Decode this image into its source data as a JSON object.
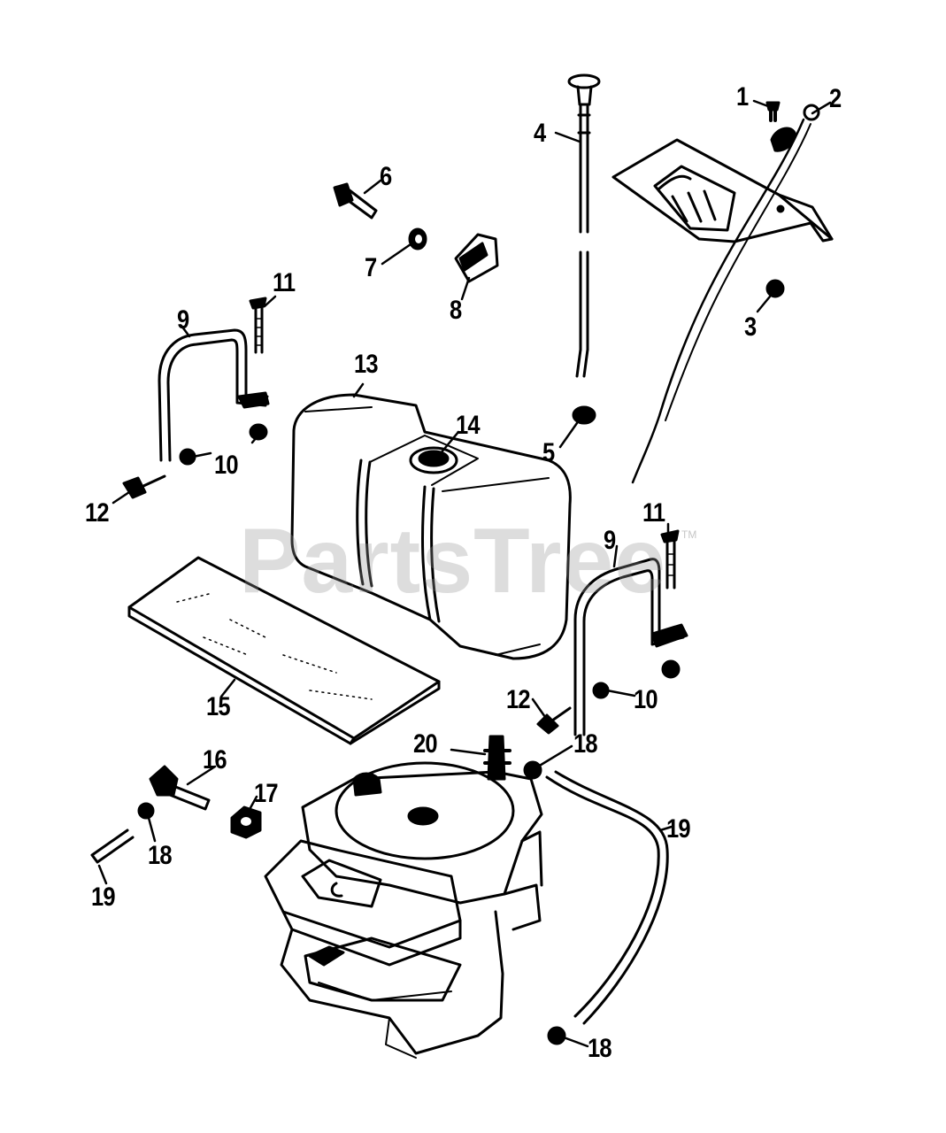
{
  "watermark": {
    "text": "PartsTree",
    "tm": "TM"
  },
  "callouts": [
    {
      "id": "c1",
      "text": "1"
    },
    {
      "id": "c2",
      "text": "2"
    },
    {
      "id": "c3",
      "text": "3"
    },
    {
      "id": "c4",
      "text": "4"
    },
    {
      "id": "c5",
      "text": "5"
    },
    {
      "id": "c6",
      "text": "6"
    },
    {
      "id": "c7",
      "text": "7"
    },
    {
      "id": "c8",
      "text": "8"
    },
    {
      "id": "c9a",
      "text": "9"
    },
    {
      "id": "c9b",
      "text": "9"
    },
    {
      "id": "c10a",
      "text": "10"
    },
    {
      "id": "c10b",
      "text": "10"
    },
    {
      "id": "c11a",
      "text": "11"
    },
    {
      "id": "c11b",
      "text": "11"
    },
    {
      "id": "c12a",
      "text": "12"
    },
    {
      "id": "c12b",
      "text": "12"
    },
    {
      "id": "c13",
      "text": "13"
    },
    {
      "id": "c14",
      "text": "14"
    },
    {
      "id": "c15",
      "text": "15"
    },
    {
      "id": "c16",
      "text": "16"
    },
    {
      "id": "c17",
      "text": "17"
    },
    {
      "id": "c18a",
      "text": "18"
    },
    {
      "id": "c18b",
      "text": "18"
    },
    {
      "id": "c18c",
      "text": "18"
    },
    {
      "id": "c19a",
      "text": "19"
    },
    {
      "id": "c19b",
      "text": "19"
    },
    {
      "id": "c20",
      "text": "20"
    }
  ]
}
